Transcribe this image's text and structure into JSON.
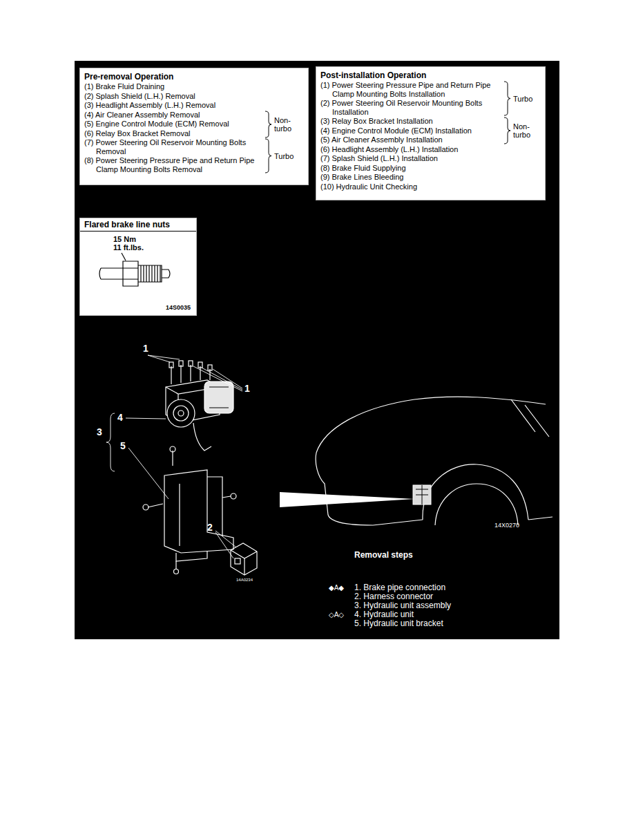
{
  "diagram": {
    "nodes": [
      {
        "text": [
          "Pre-removal Operation",
          "(1) Brake Fluid Draining",
          "(2) Splash Shield (L.H.) Removal",
          "(3) Headlight Assembly (L.H.) Removal",
          "(4) Air Cleaner Assembly Removal",
          "(5) Engine Control Module (ECM) Removal",
          "(6) Relay Box Bracket Removal",
          "(7) Power Steering Oil Reservoir Mounting Bolts Removal",
          "(8) Power Steering Pressure Pipe and Return Pipe Clamp Mounting Bolts Removal",
          "Non- turbo",
          "Turbo"
        ]
      },
      {
        "text": [
          "Post-installation Operation",
          "(1) Power Steering Pressure Pipe and Return Pipe Clamp Mounting Bolts Installation",
          "(2) Power Steering Oil Reservoir Mounting Bolts Installation",
          "(3) Relay Box Bracket Installation",
          "(4) Engine Control Module (ECM) Installation",
          "(5) Air Cleaner Assembly Installation",
          "(6) Headlight Assembly (L.H.) Installation",
          "(7) Splash Shield (L.H.) Installation",
          "(8) Brake Fluid Supplying",
          "(9) Brake Lines Bleeding",
          "(10) Hydraulic Unit Checking",
          "Turbo",
          "Non- turbo"
        ]
      },
      {
        "text": [
          "Flared brake line nuts",
          "15 Nm 11 ft.lbs.",
          "14S0035"
        ]
      }
    ],
    "labels": [
      "1",
      "1",
      "3",
      "4",
      "5",
      "2",
      "14A0234",
      "14X0270",
      "Removal steps",
      "◆A◆",
      "1. Brake pipe connection",
      "2. Harness connector",
      "3. Hydraulic unit assembly",
      "◇A◇",
      "4. Hydraulic unit",
      "5. Hydraulic unit bracket"
    ]
  }
}
